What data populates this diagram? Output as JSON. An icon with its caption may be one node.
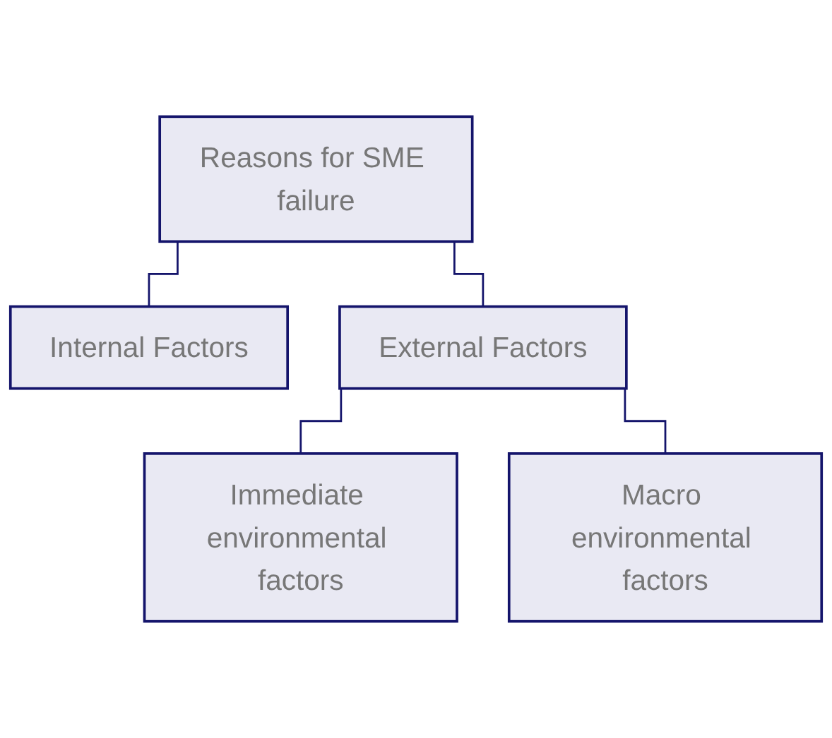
{
  "diagram": {
    "nodes": [
      {
        "text": [
          "Reasons for SME failure"
        ]
      },
      {
        "text": [
          "Internal Factors"
        ]
      },
      {
        "text": [
          "External Factors"
        ]
      },
      {
        "text": [
          "Immediate environmental factors"
        ]
      },
      {
        "text": [
          "Macro environmental factors"
        ]
      }
    ],
    "edges": [
      {
        "from": 0,
        "to": 1,
        "arrow": "none"
      },
      {
        "from": 0,
        "to": 2,
        "arrow": "none"
      },
      {
        "from": 2,
        "to": 3,
        "arrow": "none"
      },
      {
        "from": 2,
        "to": 4,
        "arrow": "none"
      }
    ]
  }
}
